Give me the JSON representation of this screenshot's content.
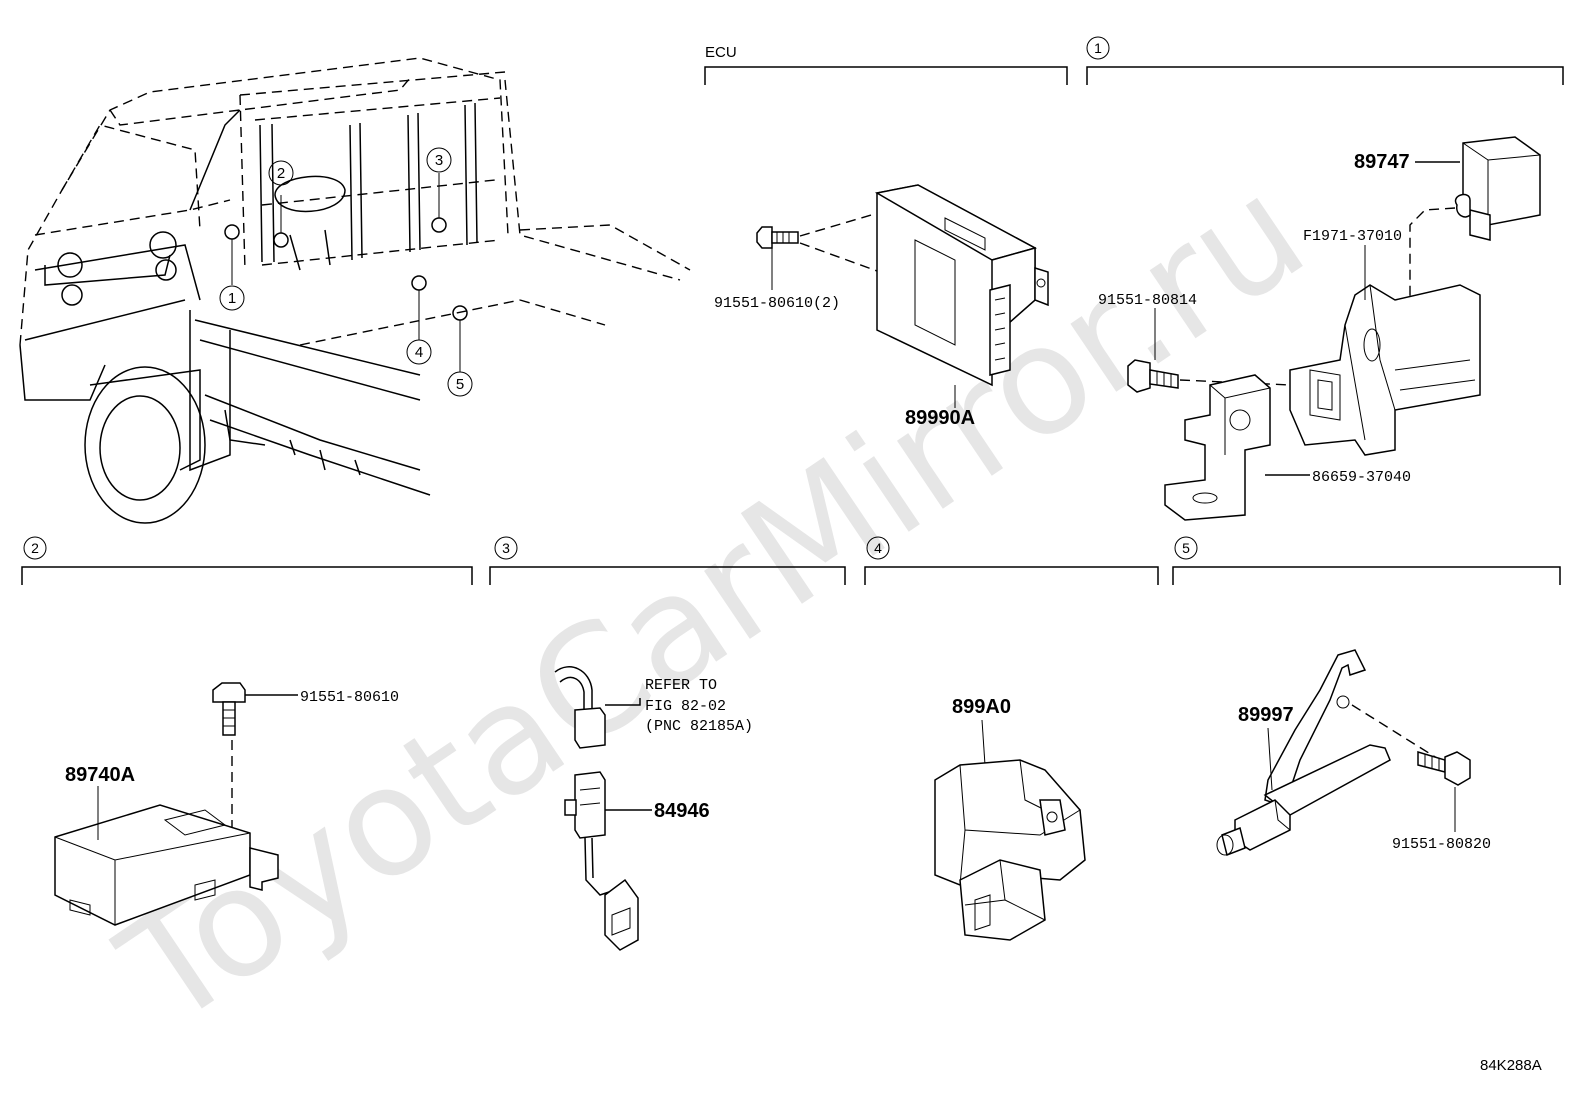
{
  "watermark": "ToyotaCarMirror.ru",
  "figure_code": "84K288A",
  "sections": {
    "ecu": {
      "title": "ECU"
    },
    "s1": {
      "marker": "1"
    },
    "s2": {
      "marker": "2"
    },
    "s3": {
      "marker": "3"
    },
    "s4": {
      "marker": "4"
    },
    "s5": {
      "marker": "5"
    }
  },
  "vehicle_callouts": [
    "1",
    "2",
    "3",
    "4",
    "5"
  ],
  "parts": {
    "ecu_bolt": "91551-80610(2)",
    "ecu_main": "89990A",
    "s1_relay": "89747",
    "s1_bracket": "F1971-37010",
    "s1_bolt": "91551-80814",
    "s1_bracket2": "86659-37040",
    "s2_bolt": "91551-80610",
    "s2_unit": "89740A",
    "s3_refer_1": "REFER TO",
    "s3_refer_2": "FIG 82-02",
    "s3_refer_3": "(PNC 82185A)",
    "s3_sensor": "84946",
    "s4_part": "899A0",
    "s5_part": "89997",
    "s5_bolt": "91551-80820"
  }
}
